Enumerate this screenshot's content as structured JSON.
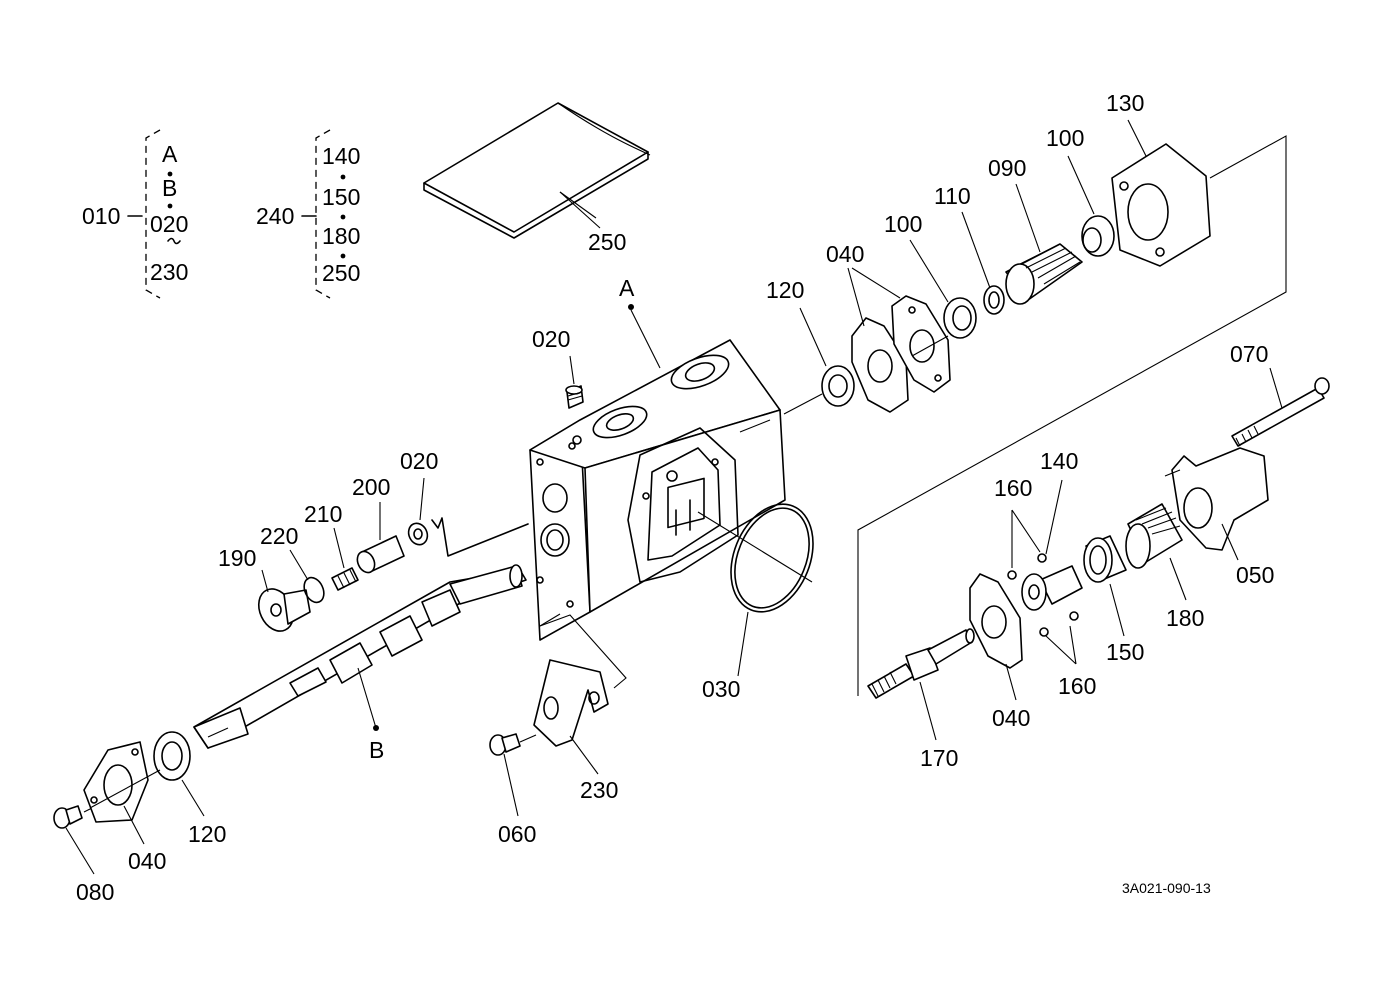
{
  "drawing_number": "3A021-090-13",
  "assembly_groups": [
    {
      "label": "010",
      "members": [
        "A",
        "B",
        "020",
        "230"
      ]
    },
    {
      "label": "240",
      "members": [
        "140",
        "150",
        "180",
        "250"
      ]
    }
  ],
  "part_labels": [
    {
      "id": "p250",
      "text": "250"
    },
    {
      "id": "p130",
      "text": "130"
    },
    {
      "id": "p100a",
      "text": "100"
    },
    {
      "id": "p090",
      "text": "090"
    },
    {
      "id": "p110",
      "text": "110"
    },
    {
      "id": "p100b",
      "text": "100"
    },
    {
      "id": "p040a",
      "text": "040"
    },
    {
      "id": "p120a",
      "text": "120"
    },
    {
      "id": "pA",
      "text": "A"
    },
    {
      "id": "p020a",
      "text": "020"
    },
    {
      "id": "p070",
      "text": "070"
    },
    {
      "id": "p020b",
      "text": "020"
    },
    {
      "id": "p200",
      "text": "200"
    },
    {
      "id": "p210",
      "text": "210"
    },
    {
      "id": "p220",
      "text": "220"
    },
    {
      "id": "p190",
      "text": "190"
    },
    {
      "id": "p160a",
      "text": "160"
    },
    {
      "id": "p140",
      "text": "140"
    },
    {
      "id": "p050",
      "text": "050"
    },
    {
      "id": "p180",
      "text": "180"
    },
    {
      "id": "p150",
      "text": "150"
    },
    {
      "id": "p160b",
      "text": "160"
    },
    {
      "id": "p030",
      "text": "030"
    },
    {
      "id": "p040b",
      "text": "040"
    },
    {
      "id": "p170",
      "text": "170"
    },
    {
      "id": "pB",
      "text": "B"
    },
    {
      "id": "p230",
      "text": "230"
    },
    {
      "id": "p060",
      "text": "060"
    },
    {
      "id": "p120b",
      "text": "120"
    },
    {
      "id": "p040c",
      "text": "040"
    },
    {
      "id": "p080",
      "text": "080"
    }
  ]
}
